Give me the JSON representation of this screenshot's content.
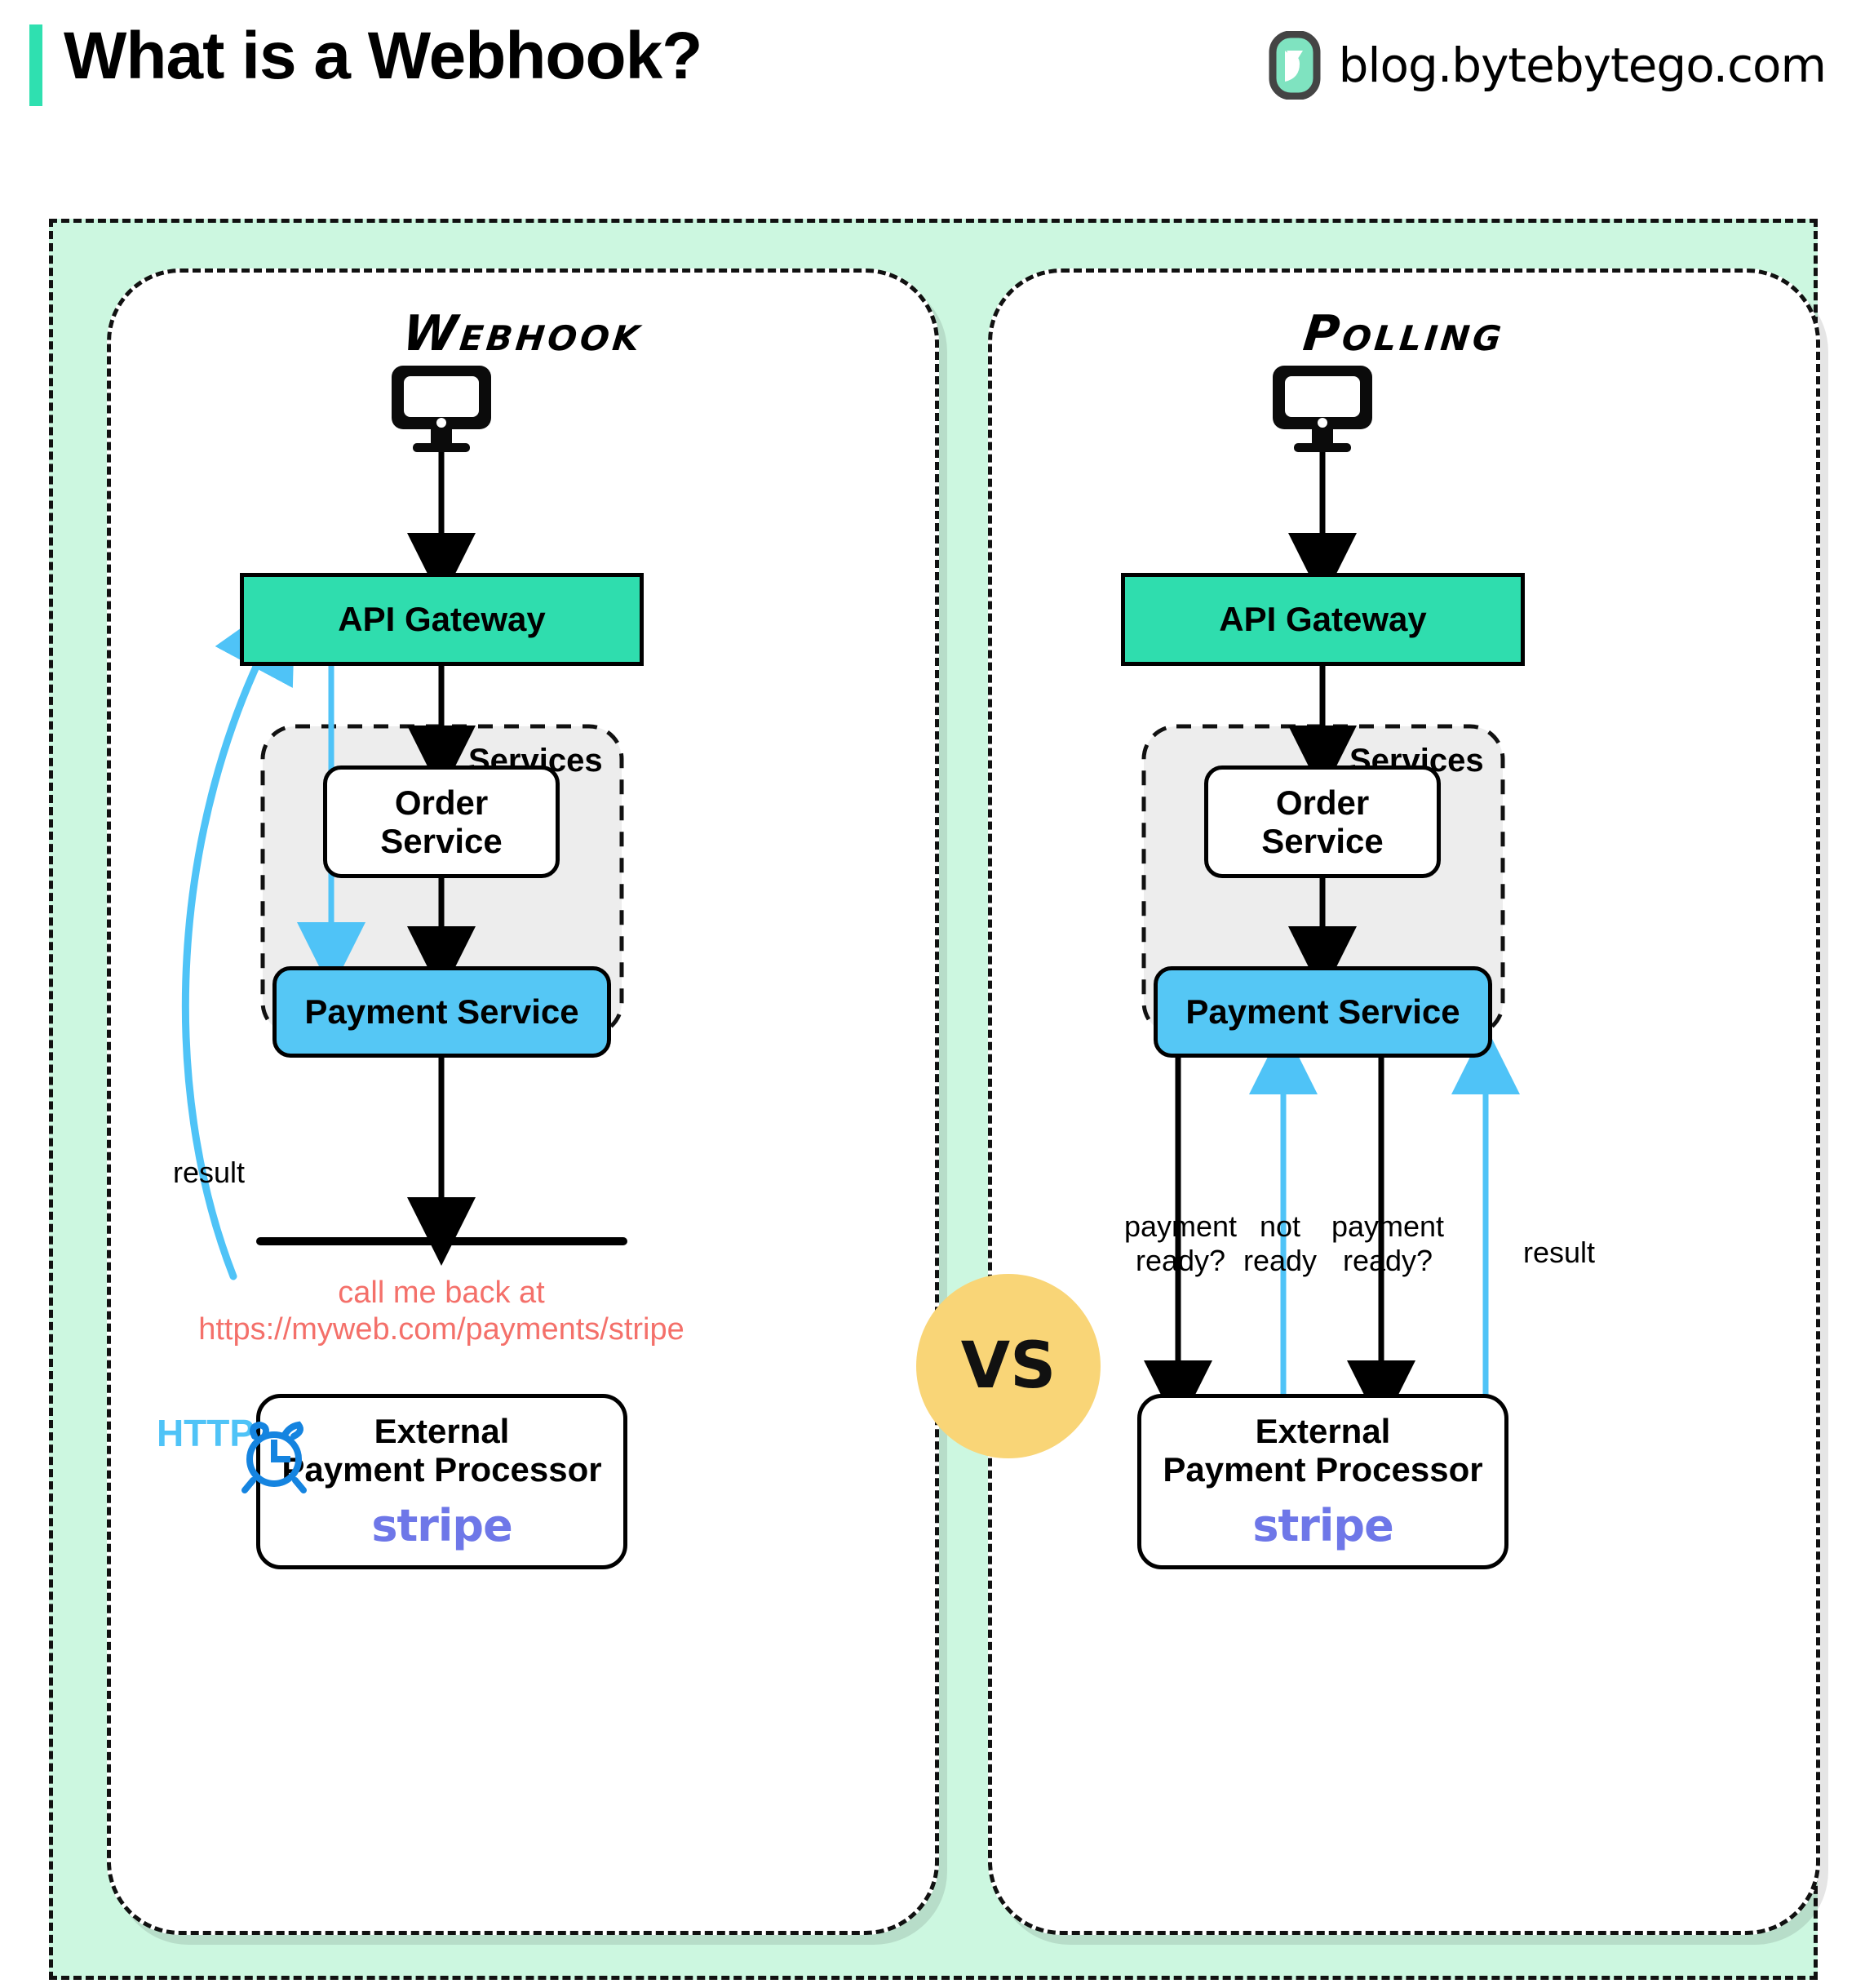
{
  "header": {
    "title": "What is a Webhook?",
    "brand_text": "blog.bytebytego.com",
    "logo_icon": "bytebytego-logo-icon",
    "accent_bar_color": "#2FE0B0"
  },
  "colors": {
    "outer_fill": "#CCF7E0",
    "gateway": "#2FDDAE",
    "payment": "#55C7F5",
    "services_fill": "#EDEDED",
    "blue_arrow": "#4FC3F7",
    "clock_blue": "#1584E0",
    "red_text": "#F4706A",
    "stripe_purple": "#6E77E8",
    "vs_yellow": "#F9D577"
  },
  "vs_badge": {
    "label": "VS"
  },
  "panels": [
    {
      "id": "webhook",
      "title": "Webhook",
      "monitor_icon": "desktop-monitor-icon",
      "gateway": {
        "label": "API Gateway"
      },
      "services_group": {
        "label": "Services"
      },
      "order_service": {
        "label": "Order\nService"
      },
      "payment_service": {
        "label": "Payment Service"
      },
      "external": {
        "label": "External\nPayment Processor",
        "logo": "stripe"
      },
      "labels": {
        "result": "result",
        "http": "HTTP",
        "callback_line1": "call me back at",
        "callback_line2": "https://myweb.com/payments/stripe"
      },
      "clock_icon": "alarm-clock-icon"
    },
    {
      "id": "polling",
      "title": "Polling",
      "monitor_icon": "desktop-monitor-icon",
      "gateway": {
        "label": "API Gateway"
      },
      "services_group": {
        "label": "Services"
      },
      "order_service": {
        "label": "Order\nService"
      },
      "payment_service": {
        "label": "Payment Service"
      },
      "external": {
        "label": "External\nPayment Processor",
        "logo": "stripe"
      },
      "poll_labels": [
        {
          "text": "payment\nready?",
          "direction": "down",
          "color": "black"
        },
        {
          "text": "not\nready",
          "direction": "up",
          "color": "blue"
        },
        {
          "text": "payment\nready?",
          "direction": "down",
          "color": "black"
        },
        {
          "text": "result",
          "direction": "up",
          "color": "blue"
        }
      ]
    }
  ],
  "stripe_wordmark": "stripe"
}
